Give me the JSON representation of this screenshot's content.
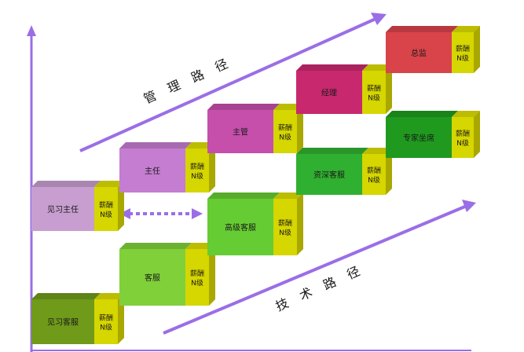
{
  "paths": {
    "management": "管 理 路 径",
    "technical": "技 术 路 径"
  },
  "blocks": {
    "intern_service": "见习客服",
    "service": "客服",
    "senior_service": "高级客服",
    "veteran_service": "资深客服",
    "expert_seat": "专家坐席",
    "intern_supervisor": "见习主任",
    "supervisor": "主任",
    "manager_lead": "主管",
    "manager": "经理",
    "director": "总监"
  },
  "salary": {
    "line1": "薪酬",
    "line2": "N级"
  },
  "colors": {
    "management_arrow": "#9b6ee6",
    "technical_arrow": "#9b6ee6",
    "axis": "#9b6ee6",
    "salary_front": "#d6d600",
    "salary_top": "#bcbc00",
    "salary_side": "#a8a800",
    "director": "#d9434a",
    "manager": "#c8286e",
    "manager_lead": "#c64fab",
    "supervisor": "#c47dd0",
    "intern_supervisor": "#c79ecf",
    "expert_seat": "#1f9a1f",
    "veteran_service": "#30b030",
    "senior_service": "#66cc33",
    "service": "#80d03a",
    "intern_service": "#6f9a1a"
  }
}
